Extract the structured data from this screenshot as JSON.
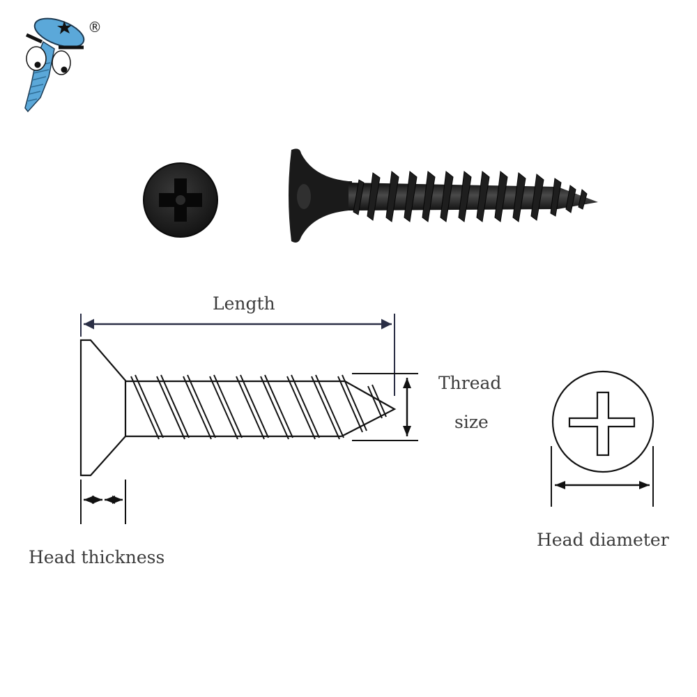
{
  "logo": {
    "icon": "cartoon-screw-mascot-icon",
    "color": "#5ba8d9",
    "registered_mark": "®"
  },
  "photos": {
    "head_top_view": "phillips-head-icon",
    "side_view": "drywall-screw-side-icon",
    "color": "#1a1a1a"
  },
  "diagram": {
    "labels": {
      "length": "Length",
      "thread_size_line1": "Thread",
      "thread_size_line2": "size",
      "head_diameter": "Head diameter",
      "head_thickness": "Head thickness"
    },
    "dimension_color": "#2a2e45",
    "line_color": "#111111"
  }
}
